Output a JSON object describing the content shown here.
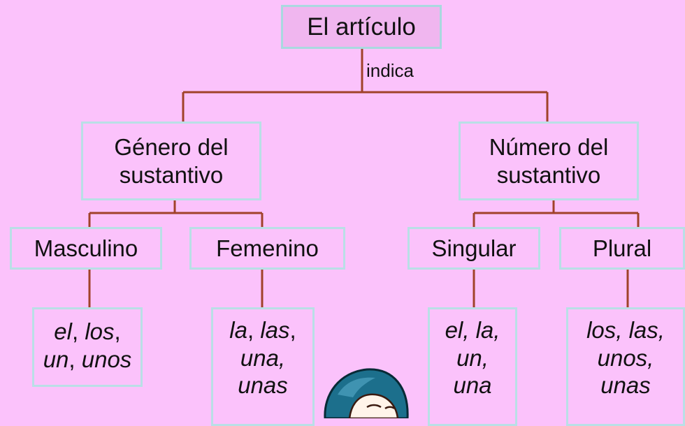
{
  "root": {
    "label": "El artículo"
  },
  "relation": {
    "label": "indica"
  },
  "genero": {
    "line1": "Género del",
    "line2": "sustantivo",
    "masculino": {
      "label": "Masculino",
      "ex_line1_a": "el",
      "ex_line1_sep": ", ",
      "ex_line1_b": "los",
      "ex_line1_end": ",",
      "ex_line2_a": "un",
      "ex_line2_sep": ", ",
      "ex_line2_b": "unos"
    },
    "femenino": {
      "label": "Femenino",
      "ex_line1_a": "la",
      "ex_line1_sep": ", ",
      "ex_line1_b": "las",
      "ex_line1_end": ",",
      "ex_line2": "una,",
      "ex_line3": "unas"
    }
  },
  "numero": {
    "line1": "Número del",
    "line2": "sustantivo",
    "singular": {
      "label": "Singular",
      "ex_line1": "el, la,",
      "ex_line2": "un,",
      "ex_line3": "una"
    },
    "plural": {
      "label": "Plural",
      "ex_line1": "los, las,",
      "ex_line2": "unos,",
      "ex_line3": "unas"
    }
  },
  "colors": {
    "background": "#fbc2fb",
    "box_border": "#b9dfe6",
    "connector": "#a0422a",
    "root_fill": "#f0b6ef"
  },
  "decoration": {
    "icon": "girl-cartoon-icon"
  }
}
